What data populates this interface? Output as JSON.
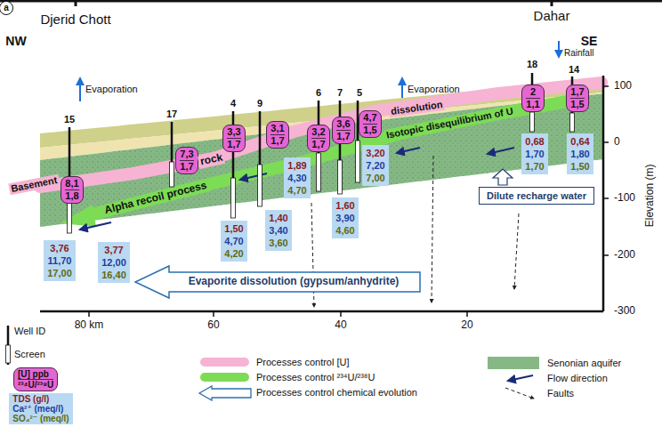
{
  "diagram": {
    "nodes": [
      {
        "text": [
          "8,1",
          "1,8"
        ]
      },
      {
        "text": [
          "3,76",
          "11,70",
          "17,00"
        ]
      },
      {
        "text": [
          "7,3",
          "1,7"
        ]
      },
      {
        "text": [
          "3,77",
          "12,00",
          "16,40"
        ]
      },
      {
        "text": [
          "3,3",
          "1,7"
        ]
      },
      {
        "text": [
          "1,50",
          "4,70",
          "4,20"
        ]
      },
      {
        "text": [
          "3,1",
          "1,7"
        ]
      },
      {
        "text": [
          "1,40",
          "3,40",
          "3,60"
        ]
      },
      {
        "text": [
          "3,2",
          "1,7"
        ]
      },
      {
        "text": [
          "1,89",
          "4,30",
          "4,70"
        ]
      },
      {
        "text": [
          "3,6",
          "1,7"
        ]
      },
      {
        "text": [
          "1,60",
          "3,90",
          "4,60"
        ]
      },
      {
        "text": [
          "4,7",
          "1,5"
        ]
      },
      {
        "text": [
          "3,20",
          "7,20",
          "7,00"
        ]
      },
      {
        "text": [
          "2",
          "1,1"
        ]
      },
      {
        "text": [
          "0,68",
          "1,70",
          "1,70"
        ]
      },
      {
        "text": [
          "1,7",
          "1,5"
        ]
      },
      {
        "text": [
          "0,64",
          "1,80",
          "1,50"
        ]
      },
      {
        "text": [
          "Evaporite dissolution (gypsum/anhydrite)"
        ]
      },
      {
        "text": [
          "Dilute recharge water"
        ]
      },
      {
        "text": [
          "[U] ppb",
          "²³⁴U/²³⁸U"
        ]
      },
      {
        "text": [
          "TDS (g/l)",
          "Ca²⁺ (meq/l)",
          "SO₄²⁻ (meq/l)"
        ]
      }
    ],
    "labels": [
      "a",
      "Djerid Chott",
      "Dahar",
      "NW",
      "SE",
      "Rainfall",
      "Evaporation",
      "Evaporation",
      "15",
      "17",
      "4",
      "9",
      "6",
      "7",
      "5",
      "18",
      "14",
      "Basement",
      "rock",
      "Alpha recoil process",
      "dissolution",
      "Isotopic disequilibrium of U",
      "100",
      "0",
      "-100",
      "-200",
      "-300",
      "Elevation (m)",
      "80 km",
      "60",
      "40",
      "20",
      "Well ID",
      "Screen"
    ],
    "legend": [
      {
        "text": "Processes control [U]",
        "color": "#f7b3d3"
      },
      {
        "text": "Processes control ²³⁴U/²³⁸U",
        "color": "#7ddc55"
      },
      {
        "text": "Processes control chemical evolution"
      },
      {
        "text": "Senonian aquifer",
        "color": "#86b886"
      },
      {
        "text": "Flow direction"
      },
      {
        "text": "Faults"
      }
    ]
  }
}
